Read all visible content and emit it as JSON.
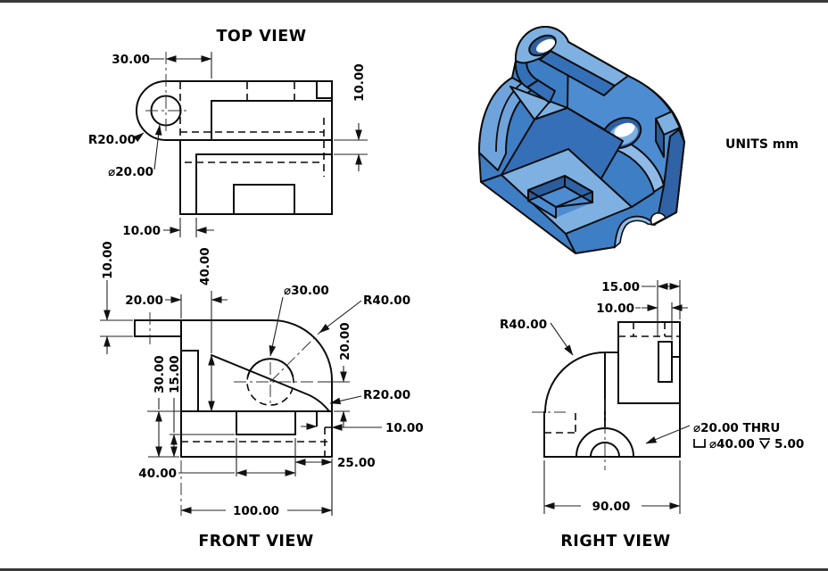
{
  "frame": {
    "bar_color": "#3a3a3a",
    "background": "#ffffff"
  },
  "labels": {
    "units": "UNITS mm"
  },
  "top_view": {
    "title": "TOP VIEW",
    "dim_lug_offset": "30.00",
    "dim_step_right": "10.00",
    "dim_step_bottom": "10.00",
    "label_lug_radius": "R20.00",
    "label_lug_hole": "⌀20.00"
  },
  "front_view": {
    "title": "FRONT VIEW",
    "dim_tab_thickness": "10.00",
    "dim_tab_length": "20.00",
    "dim_step_drop": "40.00",
    "label_hole": "⌀30.00",
    "label_corner_radius": "R40.00",
    "dim_center_to_step": "20.00",
    "label_fillet_radius": "R20.00",
    "dim_cbore_offset": "10.00",
    "dim_notch_to_edge": "25.00",
    "dim_notch_width": "40.00",
    "dim_step_height": "30.00",
    "dim_base_height": "15.00",
    "dim_overall_width": "100.00"
  },
  "right_view": {
    "title": "RIGHT VIEW",
    "dim_tab_offset": "15.00",
    "dim_tab_width": "10.00",
    "label_corner_radius": "R40.00",
    "dim_overall_depth": "90.00",
    "callout_line1": "⌀20.00 THRU",
    "callout_cbore_dia": "⌀40.00",
    "callout_cbore_depth": "5.00"
  },
  "iso_view": {
    "fill_main": "#3E7EC5",
    "fill_light": "#7FB0E2",
    "fill_lighter": "#8FBAE8",
    "fill_mid": "#4E8CD2",
    "fill_shade": "#356FB8",
    "fill_dark": "#2B5C9C",
    "fill_bore": "#2E5F9F",
    "outline": "#0d0d0d"
  }
}
